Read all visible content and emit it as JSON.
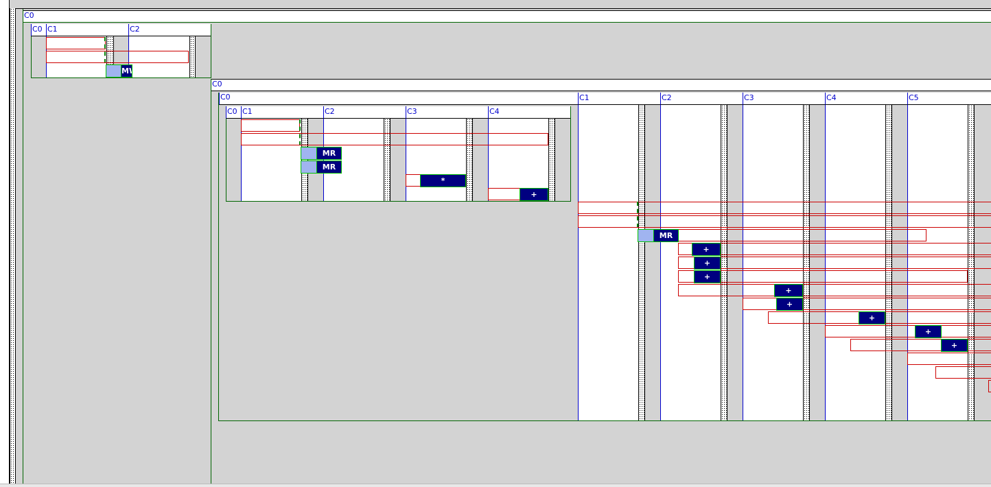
{
  "root": {
    "label": "C0"
  },
  "panel_small": {
    "label": "C0",
    "columns": [
      "C0",
      "C1",
      "C2"
    ],
    "markers": [
      {
        "label": "MW"
      }
    ]
  },
  "panel_large": {
    "label": "C0",
    "inner": {
      "label": "C0",
      "small_grid": {
        "columns": [
          "C0",
          "C1",
          "C2",
          "C3",
          "C4"
        ],
        "markers": [
          {
            "label": "MR"
          },
          {
            "label": "MR"
          },
          {
            "label": "*"
          },
          {
            "label": "+"
          }
        ]
      },
      "columns": [
        "C1",
        "C2",
        "C3",
        "C4",
        "C5"
      ],
      "markers": [
        {
          "label": "MR"
        },
        {
          "label": "+"
        },
        {
          "label": "+"
        },
        {
          "label": "+"
        },
        {
          "label": "+"
        },
        {
          "label": "+"
        },
        {
          "label": "+"
        },
        {
          "label": "+"
        },
        {
          "label": "+"
        }
      ]
    }
  }
}
